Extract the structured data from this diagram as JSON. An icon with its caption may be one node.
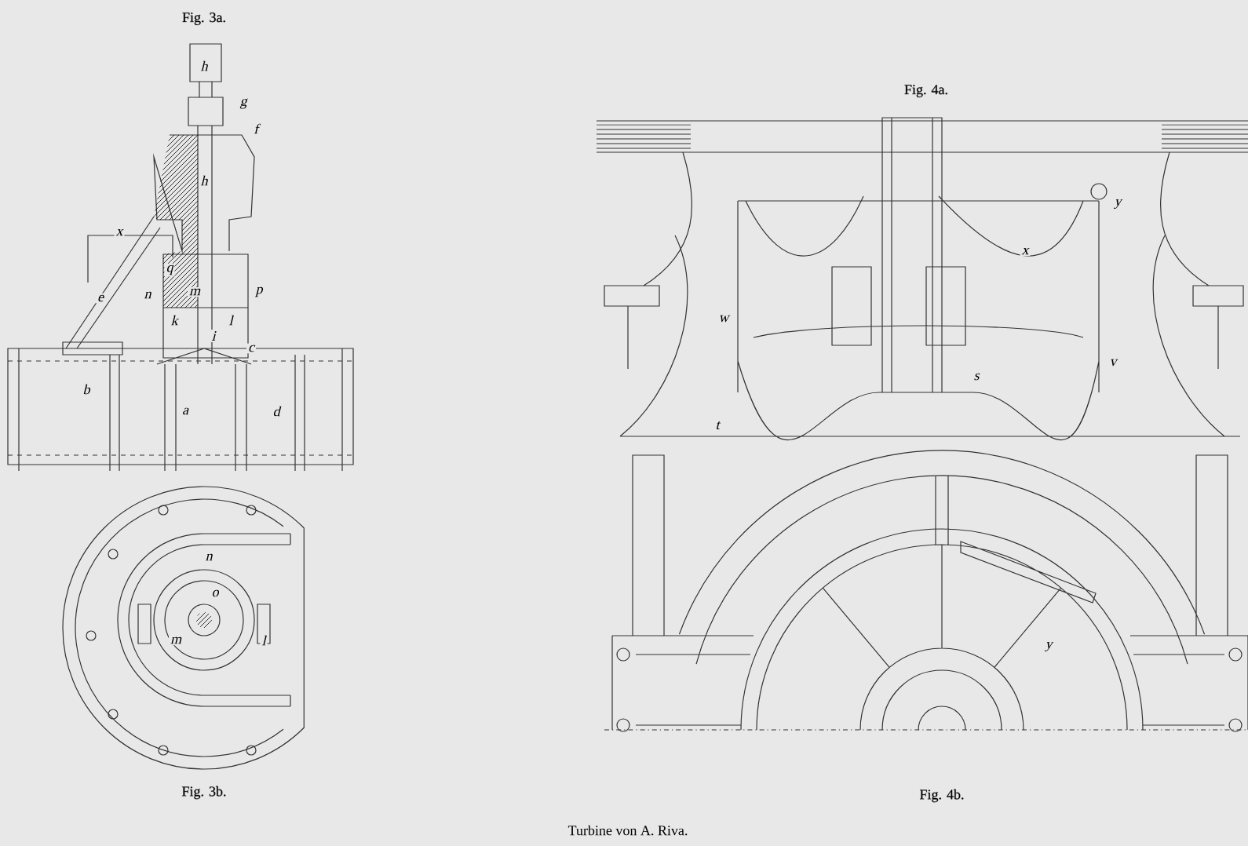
{
  "diagram": {
    "caption": "Turbine von A. Riva.",
    "labels": [
      "Fig. 3a.",
      "h",
      "g",
      "f",
      "h",
      "x",
      "q",
      "e",
      "n",
      "m",
      "p",
      "k",
      "l",
      "i",
      "c",
      "b",
      "a",
      "d",
      "n",
      "o",
      "m",
      "l",
      "Fig. 3b.",
      "Fig. 4a.",
      "y",
      "x",
      "w",
      "v",
      "s",
      "t",
      "y",
      "Fig. 4b."
    ]
  }
}
